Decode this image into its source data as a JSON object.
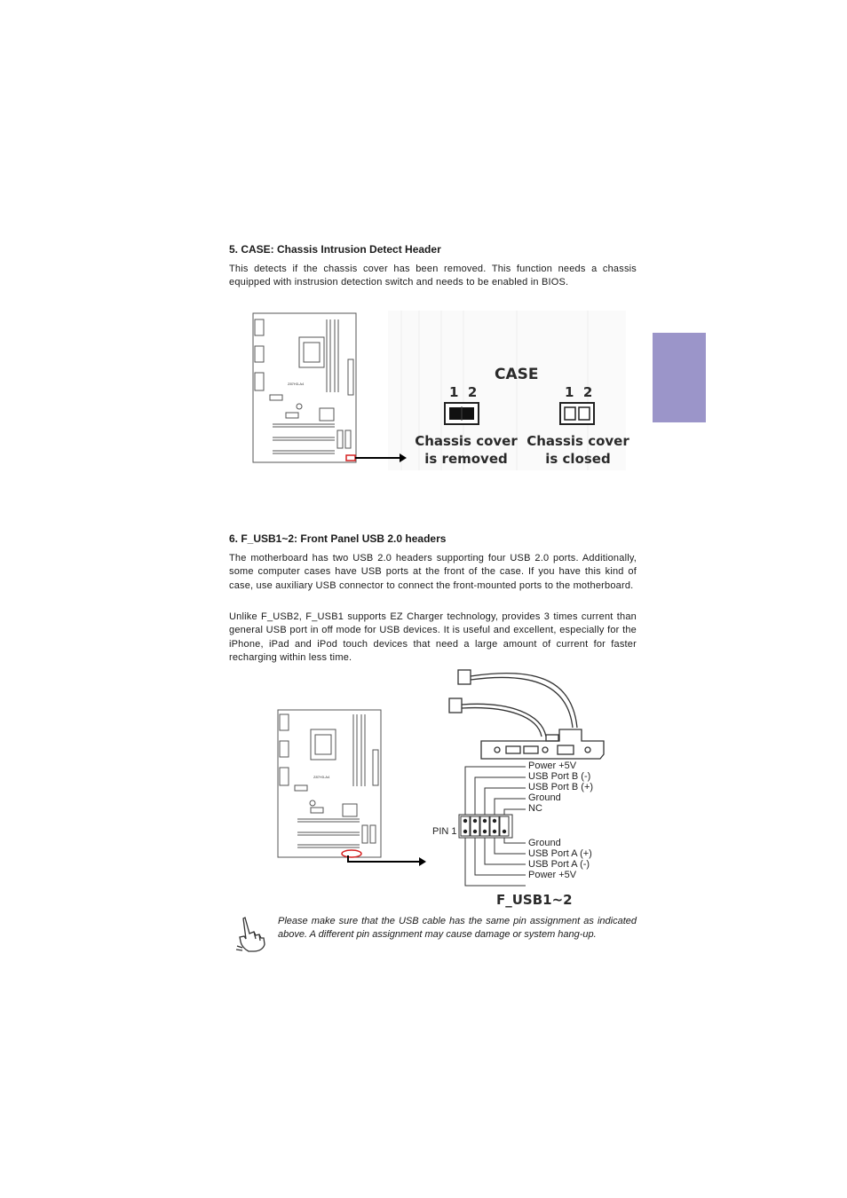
{
  "section5": {
    "title": "5. CASE: Chassis Intrusion Detect Header",
    "body": "This detects if the chassis cover has been removed. This function needs a chassis equipped with instrusion detection switch and needs to be enabled in BIOS.",
    "diagram": {
      "header_label": "CASE",
      "pin_numbers_left": "1  2",
      "pin_numbers_right": "1  2",
      "state_removed_line1": "Chassis cover",
      "state_removed_line2": "is removed",
      "state_closed_line1": "Chassis cover",
      "state_closed_line2": "is closed",
      "board_label": "Z87H3-A4"
    }
  },
  "section6": {
    "title": "6. F_USB1~2: Front Panel USB 2.0 headers",
    "para1": "The motherboard has two USB 2.0 headers supporting four USB 2.0 ports. Additionally, some computer cases have USB ports at the front of the case. If you have this kind of case, use auxiliary USB connector to connect the front-mounted ports to the motherboard.",
    "para2": "Unlike F_USB2, F_USB1 supports EZ Charger technology, provides 3 times current than general USB port in off mode for USB devices. It is useful and excellent, especially for the iPhone, iPad and iPod touch devices that need a large amount of current for faster recharging within less time.",
    "diagram": {
      "pins_top": [
        "Power +5V",
        "USB Port B (-)",
        "USB Port B (+)",
        "Ground",
        "NC"
      ],
      "pins_bottom": [
        "Ground",
        "USB Port A (+)",
        "USB Port A (-)",
        "Power +5V"
      ],
      "pin1_label": "PIN 1",
      "header_name": "F_USB1~2",
      "board_label": "Z87H3-A4"
    }
  },
  "note": {
    "icon": "pointing-hand-icon",
    "text": "Please make sure that the USB cable has the same pin assignment as indicated above. A different pin assignment may cause damage or system hang-up."
  },
  "colors": {
    "side_tab": "#9b95c9",
    "highlight": "#d62020"
  }
}
